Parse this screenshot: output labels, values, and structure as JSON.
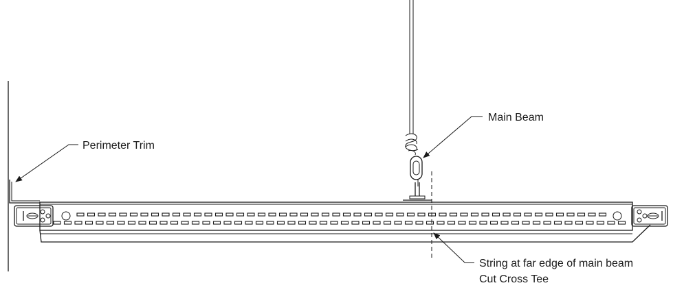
{
  "labels": {
    "perimeter_trim": "Perimeter Trim",
    "main_beam": "Main Beam",
    "string_note": "String at far edge of main beam",
    "cut_cross_tee": "Cut Cross Tee"
  }
}
